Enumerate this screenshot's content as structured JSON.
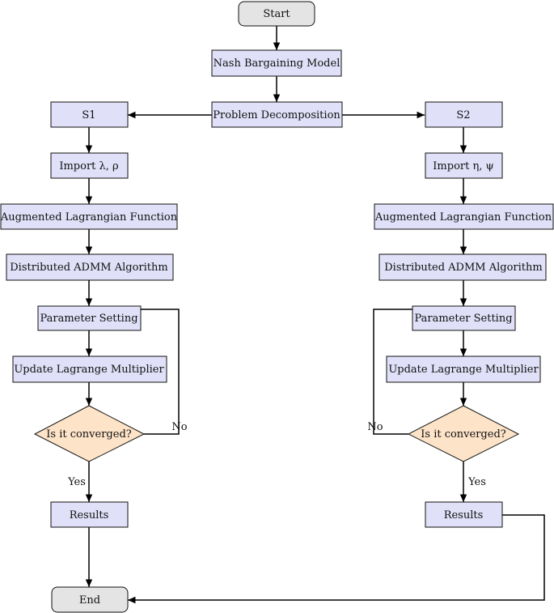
{
  "nodes": {
    "start": "Start",
    "nash": "Nash Bargaining Model",
    "decomp": "Problem Decomposition",
    "s1": "S1",
    "s2": "S2",
    "import_s1": "Import λ, ρ",
    "import_s2": "Import η, ψ",
    "alf_s1": "Augmented Lagrangian Function",
    "alf_s2": "Augmented Lagrangian Function",
    "admm_s1": "Distributed ADMM Algorithm",
    "admm_s2": "Distributed ADMM Algorithm",
    "param_s1": "Parameter Setting",
    "param_s2": "Parameter Setting",
    "update_s1": "Update Lagrange Multiplier",
    "update_s2": "Update Lagrange Multiplier",
    "conv_s1": "Is it converged?",
    "conv_s2": "Is it converged?",
    "results_s1": "Results",
    "results_s2": "Results",
    "end": "End"
  },
  "edge_labels": {
    "yes_s1": "Yes",
    "no_s1": "No",
    "yes_s2": "Yes",
    "no_s2": "No"
  },
  "colors": {
    "process_fill": "#e0e0f8",
    "terminal_fill": "#e4e4e4",
    "decision_fill": "#fde3c8",
    "stroke": "#111111"
  }
}
